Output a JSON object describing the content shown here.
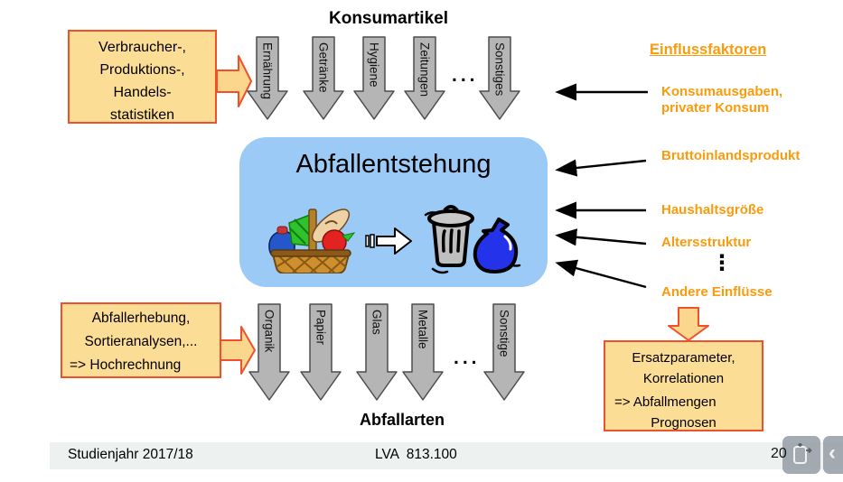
{
  "titles": {
    "top": "Konsumartikel",
    "bottom": "Abfallarten",
    "center": "Abfallentstehung",
    "influences_heading": "Einflussfaktoren"
  },
  "boxes": {
    "statistics": {
      "line1": "Verbraucher-,",
      "line2": "Produktions-,",
      "line3": "Handels-",
      "line4": "statistiken"
    },
    "survey": {
      "line1": "Abfallerhebung,",
      "line2": "Sortieranalysen,...",
      "line3": "=> Hochrechnung"
    },
    "result": {
      "line1": "Ersatzparameter,",
      "line2": "Korrelationen",
      "line3": "=> Abfallmengen",
      "line4": "Prognosen"
    }
  },
  "consumption_arrows": {
    "a1": "Ernährung",
    "a2": "Getränke",
    "a3": "Hygiene",
    "a4": "Zeitungen",
    "a5": "Sonstiges",
    "ellipsis": "..."
  },
  "waste_arrows": {
    "a1": "Organik",
    "a2": "Papier",
    "a3": "Glas",
    "a4": "Metalle",
    "a5": "Sonstige",
    "ellipsis": "..."
  },
  "influences": {
    "item1_line1": "Konsumausgaben,",
    "item1_line2": "privater Konsum",
    "item2": "Bruttoinlandsprodukt",
    "item3": "Haushaltsgröße",
    "item4": "Altersstruktur",
    "vertical_dots": "⋮",
    "item5": "Andere Einflüsse"
  },
  "footer": {
    "left": "Studienjahr 2017/18",
    "center": "LVA  813.100",
    "page": "20",
    "nav_back": "‹"
  },
  "colors": {
    "orange_text": "#F99B0C",
    "box_fill": "#FBDD96",
    "box_border": "#F0512A",
    "blue_panel": "#9BCAF7",
    "gray_arrow_fill": "#B5B5B5",
    "gray_arrow_stroke": "#4D4D4D",
    "footer_bg": "#EDF1EF"
  }
}
